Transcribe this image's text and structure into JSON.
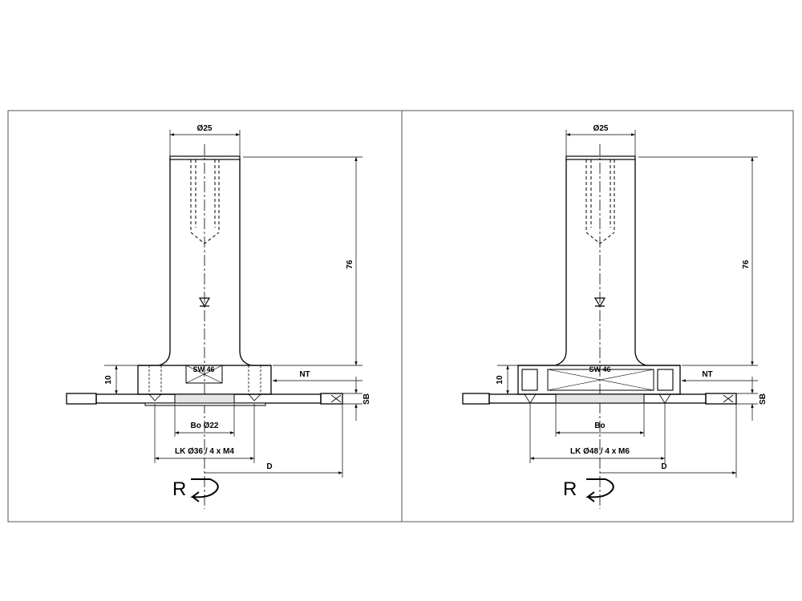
{
  "panels": [
    {
      "id": "left",
      "shank_diameter": "Ø25",
      "height": "76",
      "hub_height": "10",
      "wrench": "SW 46",
      "nt": "NT",
      "sb": "SB",
      "bore": "Bo Ø22",
      "bolt_circle": "LK Ø36 / 4 x M4",
      "diameter": "D",
      "rotation": "R"
    },
    {
      "id": "right",
      "shank_diameter": "Ø25",
      "height": "76",
      "hub_height": "10",
      "wrench": "SW 46",
      "nt": "NT",
      "sb": "SB",
      "bore": "Bo",
      "bolt_circle": "LK Ø48 / 4 x M6",
      "diameter": "D",
      "rotation": "R"
    }
  ]
}
